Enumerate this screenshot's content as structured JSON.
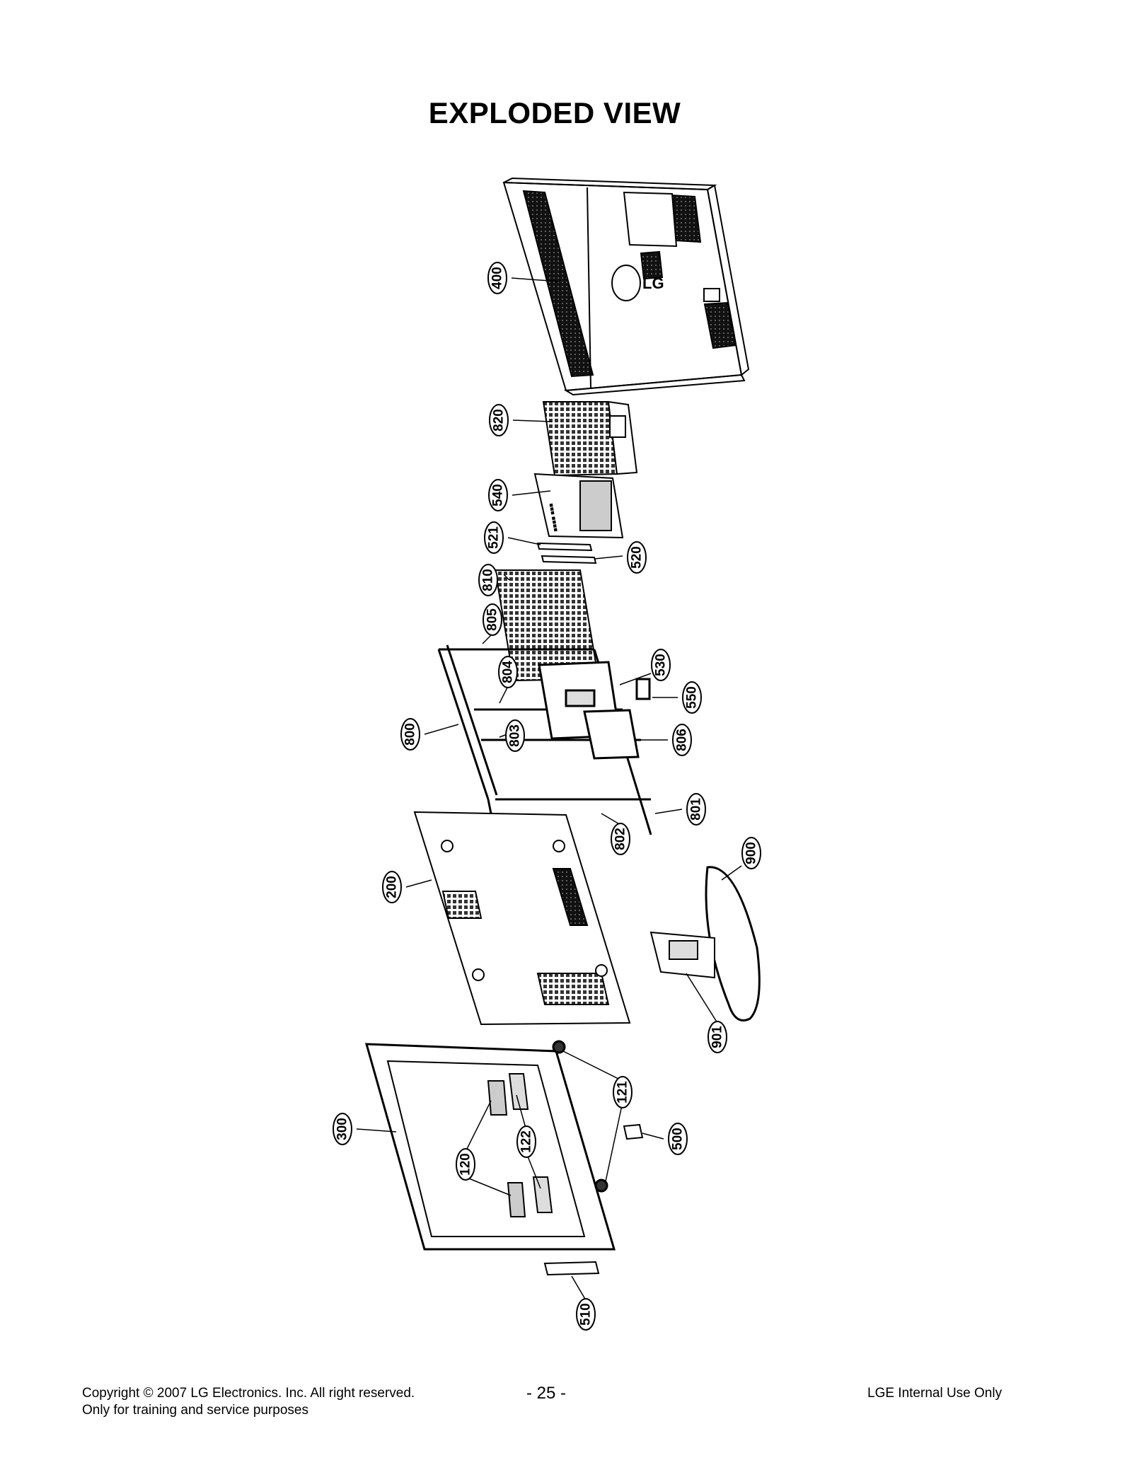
{
  "title": "EXPLODED VIEW",
  "callouts": [
    {
      "id": "400",
      "label": "400"
    },
    {
      "id": "820",
      "label": "820"
    },
    {
      "id": "540",
      "label": "540"
    },
    {
      "id": "521",
      "label": "521"
    },
    {
      "id": "520",
      "label": "520"
    },
    {
      "id": "810",
      "label": "810"
    },
    {
      "id": "805",
      "label": "805"
    },
    {
      "id": "530",
      "label": "530"
    },
    {
      "id": "804",
      "label": "804"
    },
    {
      "id": "550",
      "label": "550"
    },
    {
      "id": "800",
      "label": "800"
    },
    {
      "id": "803",
      "label": "803"
    },
    {
      "id": "806",
      "label": "806"
    },
    {
      "id": "801",
      "label": "801"
    },
    {
      "id": "802",
      "label": "802"
    },
    {
      "id": "900",
      "label": "900"
    },
    {
      "id": "200",
      "label": "200"
    },
    {
      "id": "901",
      "label": "901"
    },
    {
      "id": "121",
      "label": "121"
    },
    {
      "id": "300",
      "label": "300"
    },
    {
      "id": "500",
      "label": "500"
    },
    {
      "id": "122",
      "label": "122"
    },
    {
      "id": "120",
      "label": "120"
    },
    {
      "id": "510",
      "label": "510"
    }
  ],
  "footer": {
    "copyright": "Copyright © 2007 LG Electronics. Inc. All right reserved.",
    "purpose": "Only for training and service purposes",
    "page_number": "- 25 -",
    "internal": "LGE Internal Use Only"
  }
}
